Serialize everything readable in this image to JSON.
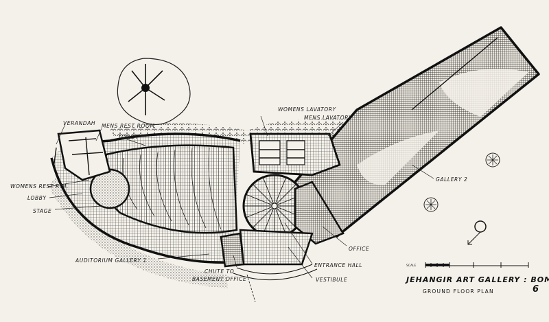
{
  "plan": {
    "title": "JEHANGIR ART GALLERY : BOMBAY",
    "subtitle": "GROUND FLOOR PLAN",
    "scale_label": "SCALE",
    "sheet_number": "6",
    "north_symbol": "north-arrow-icon",
    "labels": {
      "verandah": "VERANDAH",
      "mens_rest_room": "MENS REST ROOM",
      "toilet": "TOILET",
      "womens_rest_rm": "WOMENS REST R.M.",
      "lobby": "LOBBY",
      "stage": "STAGE",
      "auditorium_gallery": "AUDITORIUM GALLERY 1",
      "chute_to": "CHUTE TO",
      "basement_office": "BASEMENT OFFICE",
      "womens_lavatory": "WOMENS LAVATORY",
      "mens_lavatory": "MENS LAVATORY",
      "gallery_2": "GALLERY 2",
      "office": "OFFICE",
      "entrance_hall": "ENTRANCE HALL",
      "vestibule": "VESTIBULE"
    },
    "colors": {
      "ink": "#111111",
      "paper": "#f4f1ea",
      "hatch": "#333333"
    }
  }
}
